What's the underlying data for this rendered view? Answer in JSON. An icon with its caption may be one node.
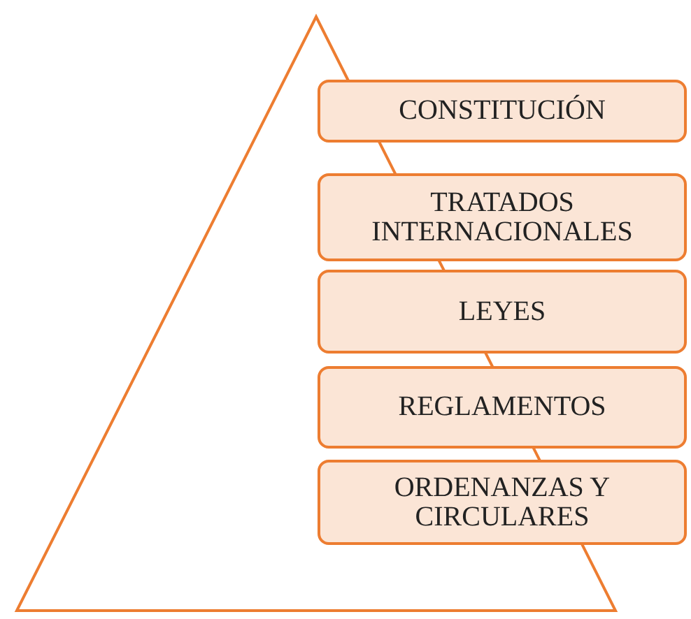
{
  "diagram": {
    "nodes": [
      {
        "text": [],
        "shape": "triangle"
      },
      {
        "text": [
          "CONSTITUCIÓN"
        ]
      },
      {
        "text": [
          "TRATADOS INTERNACIONALES"
        ]
      },
      {
        "text": [
          "LEYES"
        ]
      },
      {
        "text": [
          "REGLAMENTOS"
        ]
      },
      {
        "text": [
          "ORDENANZAS Y CIRCULARES"
        ]
      }
    ]
  }
}
